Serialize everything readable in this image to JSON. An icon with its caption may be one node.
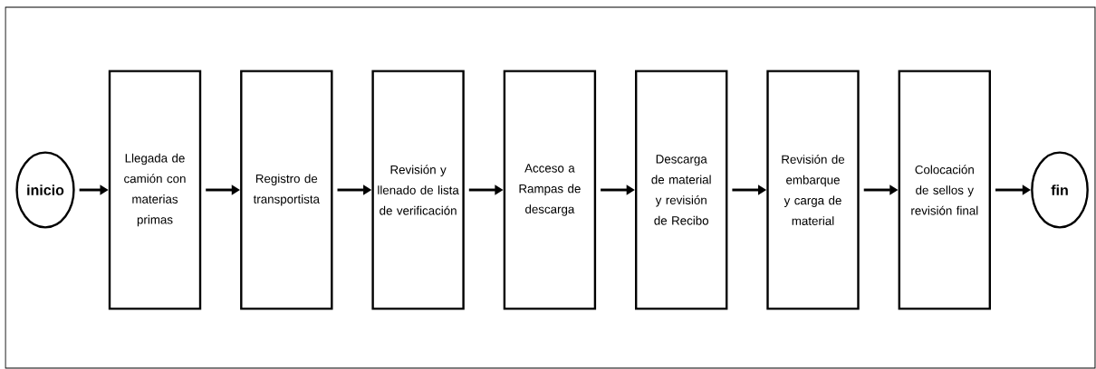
{
  "diagram": {
    "nodes": [
      {
        "text": [
          "inicio"
        ]
      },
      {
        "text": [
          "Llegada de camión con materias primas"
        ]
      },
      {
        "text": [
          "Registro de transportista"
        ]
      },
      {
        "text": [
          "Revisión y llenado de lista de verificación"
        ]
      },
      {
        "text": [
          "Acceso a Rampas de descarga"
        ]
      },
      {
        "text": [
          "Descarga de material y revisión de Recibo"
        ]
      },
      {
        "text": [
          "Revisión de embarque y carga de material"
        ]
      },
      {
        "text": [
          "Colocación de sellos y revisión final"
        ]
      },
      {
        "text": [
          "fin"
        ]
      }
    ],
    "edges": [
      {
        "from": 0,
        "to": 1,
        "arrow": "to"
      },
      {
        "from": 1,
        "to": 2,
        "arrow": "to"
      },
      {
        "from": 2,
        "to": 3,
        "arrow": "to"
      },
      {
        "from": 3,
        "to": 4,
        "arrow": "to"
      },
      {
        "from": 4,
        "to": 5,
        "arrow": "to"
      },
      {
        "from": 5,
        "to": 6,
        "arrow": "to"
      },
      {
        "from": 6,
        "to": 7,
        "arrow": "to"
      },
      {
        "from": 7,
        "to": 8,
        "arrow": "to"
      }
    ]
  }
}
